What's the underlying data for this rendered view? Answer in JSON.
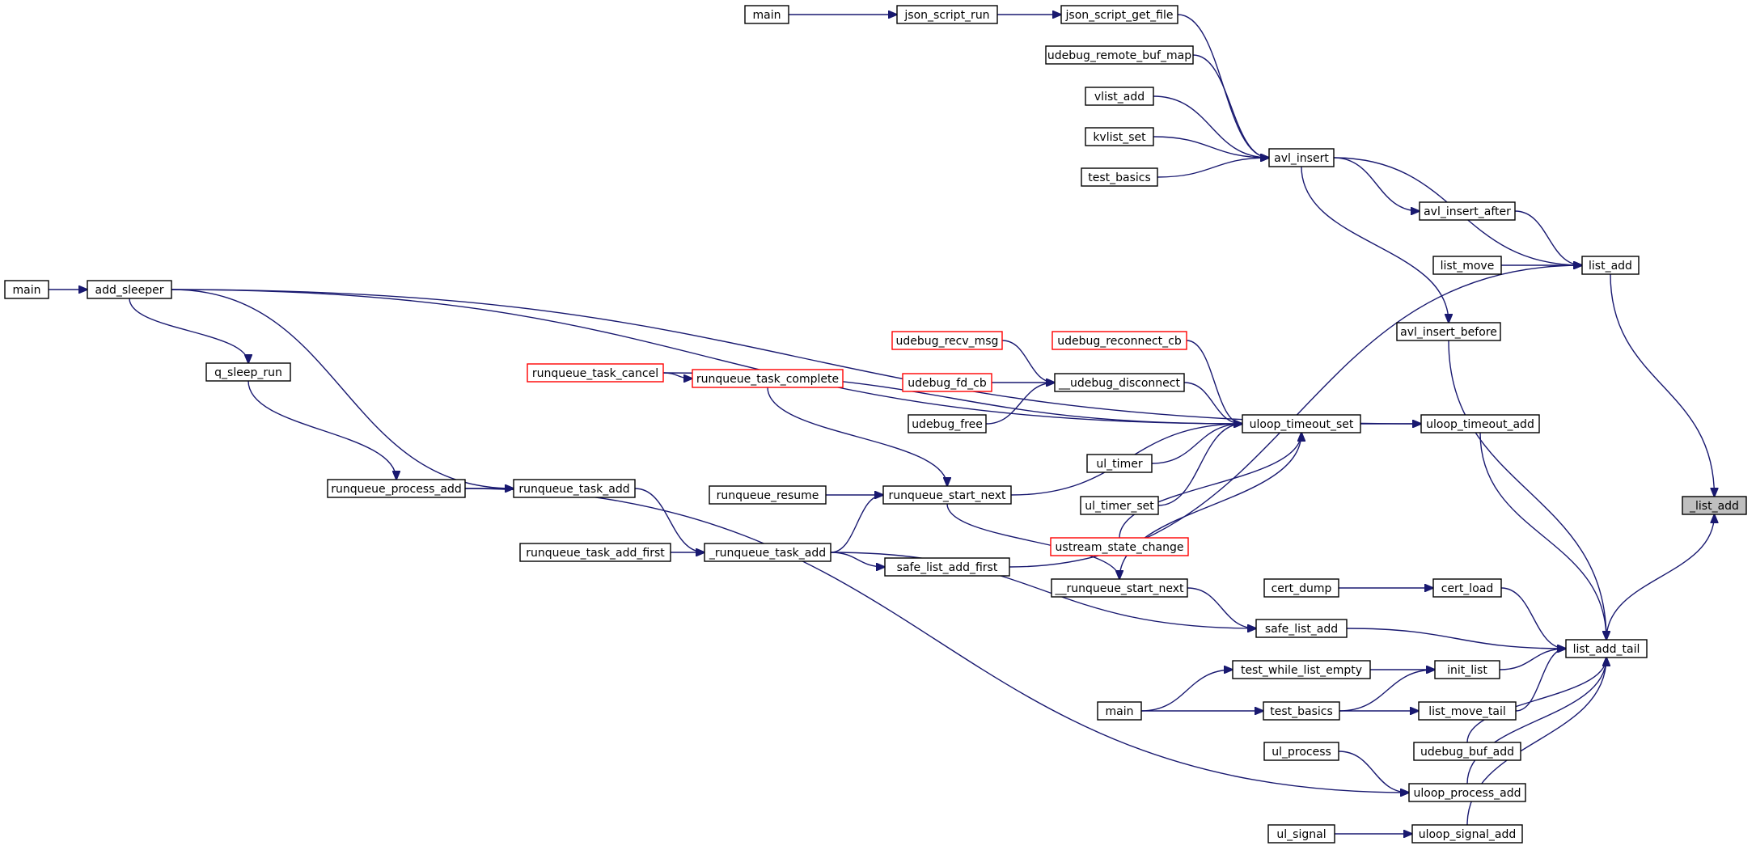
{
  "colors": {
    "edge": "#191970",
    "node_border": "#000000",
    "node_border_incomplete": "#ff0000",
    "node_highlight_fill": "#bfbfbf",
    "background": "#ffffff"
  },
  "nodes": [
    {
      "id": "list_add_target",
      "label": "_list_add",
      "style": "highlight"
    },
    {
      "id": "list_add",
      "label": "list_add",
      "style": "normal"
    },
    {
      "id": "list_add_tail",
      "label": "list_add_tail",
      "style": "normal"
    },
    {
      "id": "avl_insert",
      "label": "avl_insert",
      "style": "normal"
    },
    {
      "id": "avl_insert_after",
      "label": "avl_insert_after",
      "style": "normal"
    },
    {
      "id": "list_move",
      "label": "list_move",
      "style": "normal"
    },
    {
      "id": "avl_insert_before",
      "label": "avl_insert_before",
      "style": "normal"
    },
    {
      "id": "uloop_timeout_add",
      "label": "uloop_timeout_add",
      "style": "normal"
    },
    {
      "id": "uloop_timeout_set",
      "label": "uloop_timeout_set",
      "style": "normal"
    },
    {
      "id": "json_script_get_file",
      "label": "json_script_get_file",
      "style": "normal"
    },
    {
      "id": "json_script_run",
      "label": "json_script_run",
      "style": "normal"
    },
    {
      "id": "main_json",
      "label": "main",
      "style": "normal"
    },
    {
      "id": "udebug_remote_buf_map",
      "label": "udebug_remote_buf_map",
      "style": "normal"
    },
    {
      "id": "vlist_add",
      "label": "vlist_add",
      "style": "normal"
    },
    {
      "id": "kvlist_set",
      "label": "kvlist_set",
      "style": "normal"
    },
    {
      "id": "test_basics_top",
      "label": "test_basics",
      "style": "normal"
    },
    {
      "id": "main_left",
      "label": "main",
      "style": "normal"
    },
    {
      "id": "add_sleeper",
      "label": "add_sleeper",
      "style": "normal"
    },
    {
      "id": "q_sleep_run",
      "label": "q_sleep_run",
      "style": "normal"
    },
    {
      "id": "runqueue_process_add",
      "label": "runqueue_process_add",
      "style": "normal"
    },
    {
      "id": "runqueue_task_add",
      "label": "runqueue_task_add",
      "style": "normal"
    },
    {
      "id": "runqueue_task_cancel",
      "label": "runqueue_task_cancel",
      "style": "incomplete"
    },
    {
      "id": "runqueue_task_complete",
      "label": "runqueue_task_complete",
      "style": "incomplete"
    },
    {
      "id": "udebug_recv_msg",
      "label": "udebug_recv_msg",
      "style": "incomplete"
    },
    {
      "id": "udebug_reconnect_cb",
      "label": "udebug_reconnect_cb",
      "style": "incomplete"
    },
    {
      "id": "udebug_fd_cb",
      "label": "udebug_fd_cb",
      "style": "incomplete"
    },
    {
      "id": "udebug_disconnect",
      "label": "__udebug_disconnect",
      "style": "normal"
    },
    {
      "id": "udebug_free",
      "label": "udebug_free",
      "style": "normal"
    },
    {
      "id": "ul_timer",
      "label": "ul_timer",
      "style": "normal"
    },
    {
      "id": "ul_timer_set",
      "label": "ul_timer_set",
      "style": "normal"
    },
    {
      "id": "ustream_state_change",
      "label": "ustream_state_change",
      "style": "incomplete"
    },
    {
      "id": "runqueue_resume",
      "label": "runqueue_resume",
      "style": "normal"
    },
    {
      "id": "runqueue_start_next",
      "label": "runqueue_start_next",
      "style": "normal"
    },
    {
      "id": "runqueue_task_add_first",
      "label": "runqueue_task_add_first",
      "style": "normal"
    },
    {
      "id": "runqueue_task_add_internal",
      "label": "_runqueue_task_add",
      "style": "normal"
    },
    {
      "id": "safe_list_add_first",
      "label": "safe_list_add_first",
      "style": "normal"
    },
    {
      "id": "runqueue_start_next_internal",
      "label": "__runqueue_start_next",
      "style": "normal"
    },
    {
      "id": "cert_dump",
      "label": "cert_dump",
      "style": "normal"
    },
    {
      "id": "cert_load",
      "label": "cert_load",
      "style": "normal"
    },
    {
      "id": "safe_list_add",
      "label": "safe_list_add",
      "style": "normal"
    },
    {
      "id": "test_while_list_empty",
      "label": "test_while_list_empty",
      "style": "normal"
    },
    {
      "id": "init_list",
      "label": "init_list",
      "style": "normal"
    },
    {
      "id": "main_bottom",
      "label": "main",
      "style": "normal"
    },
    {
      "id": "test_basics_bottom",
      "label": "test_basics",
      "style": "normal"
    },
    {
      "id": "list_move_tail",
      "label": "list_move_tail",
      "style": "normal"
    },
    {
      "id": "udebug_buf_add",
      "label": "udebug_buf_add",
      "style": "normal"
    },
    {
      "id": "ul_process",
      "label": "ul_process",
      "style": "normal"
    },
    {
      "id": "uloop_process_add",
      "label": "uloop_process_add",
      "style": "normal"
    },
    {
      "id": "ul_signal",
      "label": "ul_signal",
      "style": "normal"
    },
    {
      "id": "uloop_signal_add",
      "label": "uloop_signal_add",
      "style": "normal"
    }
  ],
  "edges": [
    [
      "list_add",
      "list_add_target"
    ],
    [
      "list_add_tail",
      "list_add_target"
    ],
    [
      "avl_insert",
      "list_add"
    ],
    [
      "avl_insert_after",
      "list_add"
    ],
    [
      "list_move",
      "list_add"
    ],
    [
      "safe_list_add_first",
      "list_add"
    ],
    [
      "avl_insert",
      "avl_insert_after"
    ],
    [
      "avl_insert",
      "avl_insert_before"
    ],
    [
      "json_script_get_file",
      "avl_insert"
    ],
    [
      "udebug_remote_buf_map",
      "avl_insert"
    ],
    [
      "vlist_add",
      "avl_insert"
    ],
    [
      "kvlist_set",
      "avl_insert"
    ],
    [
      "test_basics_top",
      "avl_insert"
    ],
    [
      "json_script_run",
      "json_script_get_file"
    ],
    [
      "main_json",
      "json_script_run"
    ],
    [
      "main_left",
      "add_sleeper"
    ],
    [
      "add_sleeper",
      "uloop_timeout_add"
    ],
    [
      "add_sleeper",
      "uloop_timeout_set"
    ],
    [
      "add_sleeper",
      "q_sleep_run"
    ],
    [
      "add_sleeper",
      "runqueue_task_add"
    ],
    [
      "q_sleep_run",
      "runqueue_process_add"
    ],
    [
      "runqueue_process_add",
      "runqueue_task_add"
    ],
    [
      "runqueue_process_add",
      "uloop_process_add"
    ],
    [
      "runqueue_task_add",
      "runqueue_task_add_internal"
    ],
    [
      "runqueue_task_cancel",
      "uloop_timeout_set"
    ],
    [
      "runqueue_task_cancel",
      "runqueue_task_complete"
    ],
    [
      "runqueue_task_complete",
      "runqueue_start_next"
    ],
    [
      "udebug_recv_msg",
      "udebug_disconnect"
    ],
    [
      "udebug_reconnect_cb",
      "uloop_timeout_set"
    ],
    [
      "udebug_fd_cb",
      "udebug_disconnect"
    ],
    [
      "udebug_free",
      "udebug_disconnect"
    ],
    [
      "udebug_disconnect",
      "uloop_timeout_set"
    ],
    [
      "ul_timer",
      "uloop_timeout_set"
    ],
    [
      "ul_timer_set",
      "uloop_timeout_set"
    ],
    [
      "ustream_state_change",
      "uloop_timeout_set"
    ],
    [
      "runqueue_start_next",
      "uloop_timeout_set"
    ],
    [
      "runqueue_start_next_internal",
      "uloop_timeout_set"
    ],
    [
      "uloop_timeout_set",
      "uloop_timeout_add"
    ],
    [
      "runqueue_resume",
      "runqueue_start_next"
    ],
    [
      "runqueue_task_add_internal",
      "runqueue_start_next"
    ],
    [
      "runqueue_start_next",
      "runqueue_start_next_internal"
    ],
    [
      "runqueue_task_add_first",
      "runqueue_task_add_internal"
    ],
    [
      "runqueue_task_add_internal",
      "safe_list_add_first"
    ],
    [
      "runqueue_start_next_internal",
      "safe_list_add"
    ],
    [
      "runqueue_task_add_internal",
      "safe_list_add"
    ],
    [
      "avl_insert_before",
      "list_add_tail"
    ],
    [
      "uloop_timeout_add",
      "list_add_tail"
    ],
    [
      "cert_dump",
      "cert_load"
    ],
    [
      "cert_load",
      "list_add_tail"
    ],
    [
      "safe_list_add",
      "list_add_tail"
    ],
    [
      "test_while_list_empty",
      "init_list"
    ],
    [
      "test_basics_bottom",
      "init_list"
    ],
    [
      "init_list",
      "list_add_tail"
    ],
    [
      "main_bottom",
      "test_while_list_empty"
    ],
    [
      "main_bottom",
      "test_basics_bottom"
    ],
    [
      "test_basics_bottom",
      "list_move_tail"
    ],
    [
      "list_move_tail",
      "list_add_tail"
    ],
    [
      "udebug_buf_add",
      "list_add_tail"
    ],
    [
      "ul_process",
      "uloop_process_add"
    ],
    [
      "uloop_process_add",
      "list_add_tail"
    ],
    [
      "ul_signal",
      "uloop_signal_add"
    ],
    [
      "uloop_signal_add",
      "list_add_tail"
    ]
  ]
}
